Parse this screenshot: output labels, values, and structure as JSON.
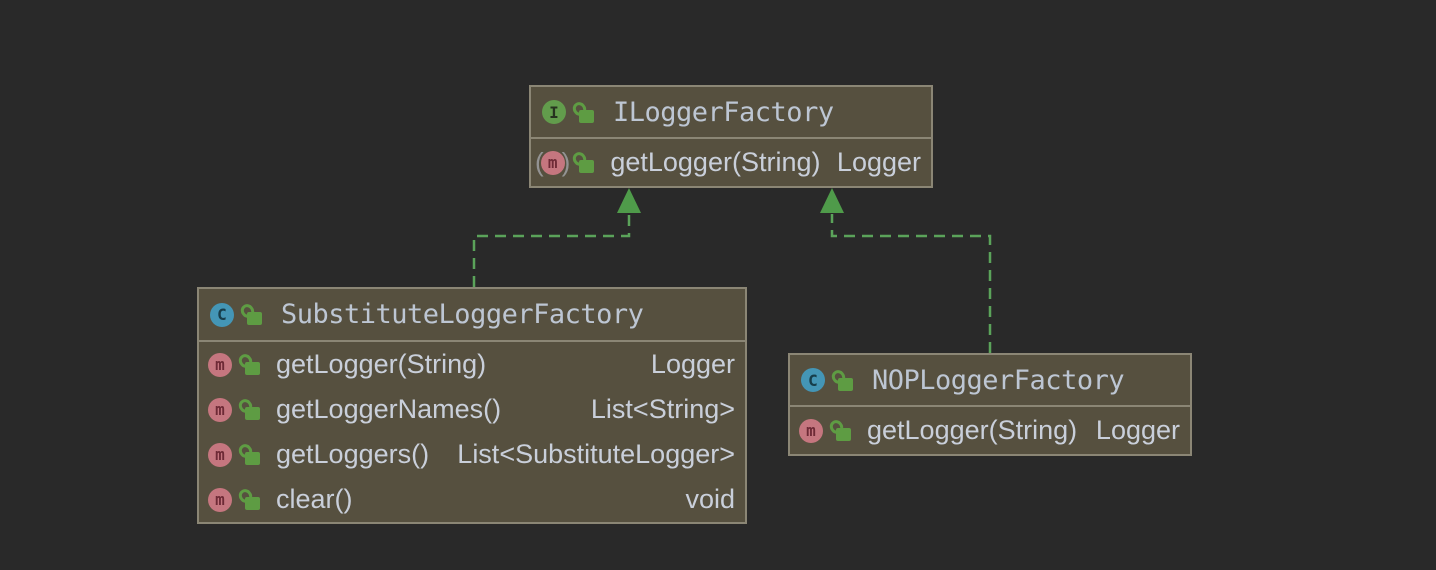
{
  "icons": {
    "interface_letter": "I",
    "class_letter": "C",
    "method_letter": "m"
  },
  "colors": {
    "background": "#292929",
    "node_fill": "#56503F",
    "node_border": "#8B8675",
    "title_text": "#BDC6D3",
    "member_text": "#C9CFDA",
    "interface_icon": "#629C4C",
    "class_icon": "#4496B6",
    "method_icon": "#C5767F",
    "lock_icon": "#5E9C43",
    "edge_dash": "#5BA35A",
    "edge_arrow": "#4F9B4A"
  },
  "nodes": [
    {
      "id": "ILoggerFactory",
      "kind": "interface",
      "title": "ILoggerFactory",
      "members": [
        {
          "name": "getLogger(String)",
          "type": "Logger",
          "abstract": true
        }
      ]
    },
    {
      "id": "SubstituteLoggerFactory",
      "kind": "class",
      "title": "SubstituteLoggerFactory",
      "members": [
        {
          "name": "getLogger(String)",
          "type": "Logger"
        },
        {
          "name": "getLoggerNames()",
          "type": "List<String>"
        },
        {
          "name": "getLoggers()",
          "type": "List<SubstituteLogger>"
        },
        {
          "name": "clear()",
          "type": "void"
        }
      ]
    },
    {
      "id": "NOPLoggerFactory",
      "kind": "class",
      "title": "NOPLoggerFactory",
      "members": [
        {
          "name": "getLogger(String)",
          "type": "Logger"
        }
      ]
    }
  ],
  "edges": [
    {
      "from": "SubstituteLoggerFactory",
      "to": "ILoggerFactory",
      "type": "implements"
    },
    {
      "from": "NOPLoggerFactory",
      "to": "ILoggerFactory",
      "type": "implements"
    }
  ]
}
